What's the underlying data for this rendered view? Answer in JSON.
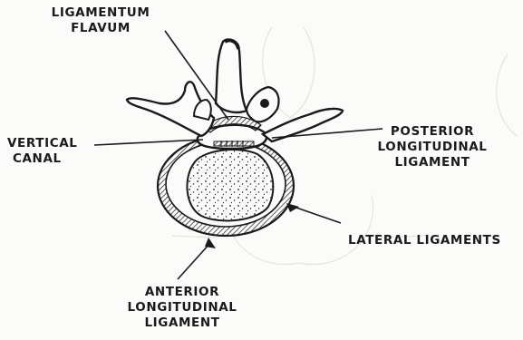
{
  "labels": {
    "ligamentum_flavum": [
      "LIGAMENTUM",
      "FLAVUM"
    ],
    "vertical_canal": [
      "VERTICAL",
      "CANAL"
    ],
    "posterior_longitudinal_ligament": [
      "POSTERIOR",
      "LONGITUDINAL",
      "LIGAMENT"
    ],
    "lateral_ligaments": [
      "LATERAL LIGAMENTS"
    ],
    "anterior_longitudinal_ligament": [
      "ANTERIOR",
      "LONGITUDINAL",
      "LIGAMENT"
    ]
  },
  "colors": {
    "ink": "#1a1a1a",
    "paper": "#fbfbf9",
    "ghost": "#e6e6e2"
  }
}
